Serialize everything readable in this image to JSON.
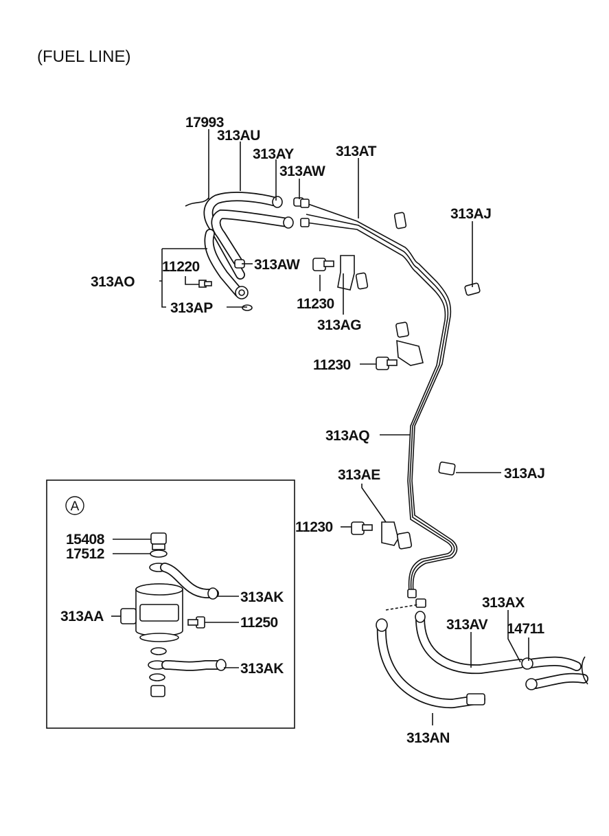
{
  "title": "(FUEL LINE)",
  "detail_marker": "A",
  "labels": {
    "p17993": "17993",
    "p313AU": "313AU",
    "p313AY": "313AY",
    "p313AW_top": "313AW",
    "p313AT": "313AT",
    "p313AJ_top": "313AJ",
    "p313AO": "313AO",
    "p11220": "11220",
    "p313AW_mid": "313AW",
    "p313AP": "313AP",
    "p11230_a": "11230",
    "p313AG": "313AG",
    "p11230_b": "11230",
    "p313AQ": "313AQ",
    "p313AJ_mid": "313AJ",
    "p313AE": "313AE",
    "p11230_c": "11230",
    "p313AX": "313AX",
    "p313AV": "313AV",
    "p14711": "14711",
    "p313AN": "313AN",
    "p15408": "15408",
    "p17512": "17512",
    "p313AK_top": "313AK",
    "p313AA": "313AA",
    "p11250": "11250",
    "p313AK_bot": "313AK"
  }
}
